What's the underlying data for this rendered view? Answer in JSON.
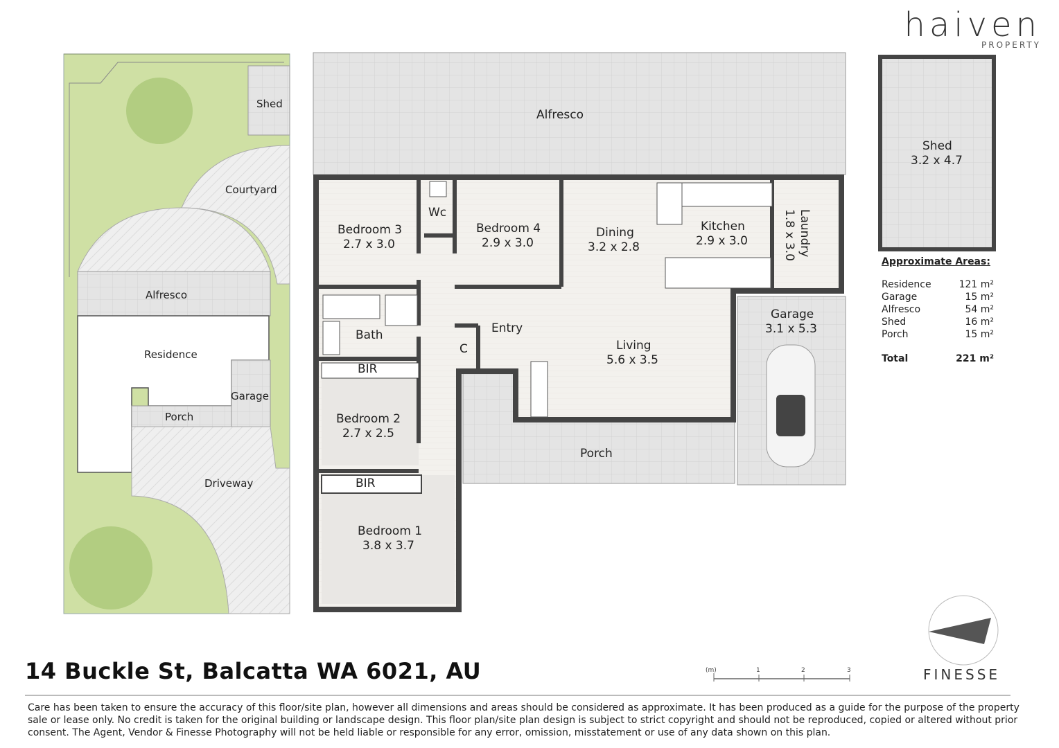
{
  "brand": {
    "name": "haiven",
    "sub": "PROPERTY"
  },
  "site_plan": {
    "shed": "Shed",
    "courtyard": "Courtyard",
    "alfresco": "Alfresco",
    "residence": "Residence",
    "garage": "Garage",
    "porch": "Porch",
    "driveway": "Driveway"
  },
  "floor_plan": {
    "alfresco": "Alfresco",
    "bedroom3": {
      "name": "Bedroom 3",
      "dims": "2.7 x 3.0"
    },
    "wc": "Wc",
    "bedroom4": {
      "name": "Bedroom 4",
      "dims": "2.9 x 3.0"
    },
    "dining": {
      "name": "Dining",
      "dims": "3.2 x 2.8"
    },
    "kitchen": {
      "name": "Kitchen",
      "dims": "2.9 x 3.0"
    },
    "laundry": {
      "name": "Laundry",
      "dims": "1.8 x 3.0"
    },
    "bath": "Bath",
    "entry": "Entry",
    "cupboard": "C",
    "living": {
      "name": "Living",
      "dims": "5.6 x 3.5"
    },
    "garage": {
      "name": "Garage",
      "dims": "3.1 x 5.3"
    },
    "bir_top": "BIR",
    "bedroom2": {
      "name": "Bedroom 2",
      "dims": "2.7 x 2.5"
    },
    "porch": "Porch",
    "bir_bottom": "BIR",
    "bedroom1": {
      "name": "Bedroom 1",
      "dims": "3.8 x 3.7"
    },
    "shed": {
      "name": "Shed",
      "dims": "3.2 x 4.7"
    }
  },
  "areas": {
    "heading": "Approximate Areas:",
    "rows": [
      {
        "label": "Residence",
        "value": "121 m²"
      },
      {
        "label": "Garage",
        "value": "15 m²"
      },
      {
        "label": "Alfresco",
        "value": "54 m²"
      },
      {
        "label": "Shed",
        "value": "16 m²"
      },
      {
        "label": "Porch",
        "value": "15 m²"
      }
    ],
    "total_label": "Total",
    "total_value": "221 m²"
  },
  "address": "14 Buckle St, Balcatta WA 6021, AU",
  "scale": {
    "unit": "(m)",
    "ticks": [
      "1",
      "2",
      "3"
    ]
  },
  "finesse": "FINESSE",
  "disclaimer": "Care has been taken to ensure the accuracy of this floor/site plan, however all dimensions and areas should be considered as approximate. It has been produced as a guide for the purpose of the property sale or lease only. No credit is taken for the original building or landscape design. This floor plan/site plan design is subject to strict copyright and should not be reproduced, copied or altered without prior consent. The Agent, Vendor & Finesse Photography will not be held liable or responsible for any error, omission, misstatement or use of any data shown on this plan.",
  "colors": {
    "wall": "#444444",
    "floor": "#f2f0ec",
    "paving": "#e6e6e6",
    "lawn": "#c9dd9a",
    "carpet": "#e9e7e4"
  }
}
